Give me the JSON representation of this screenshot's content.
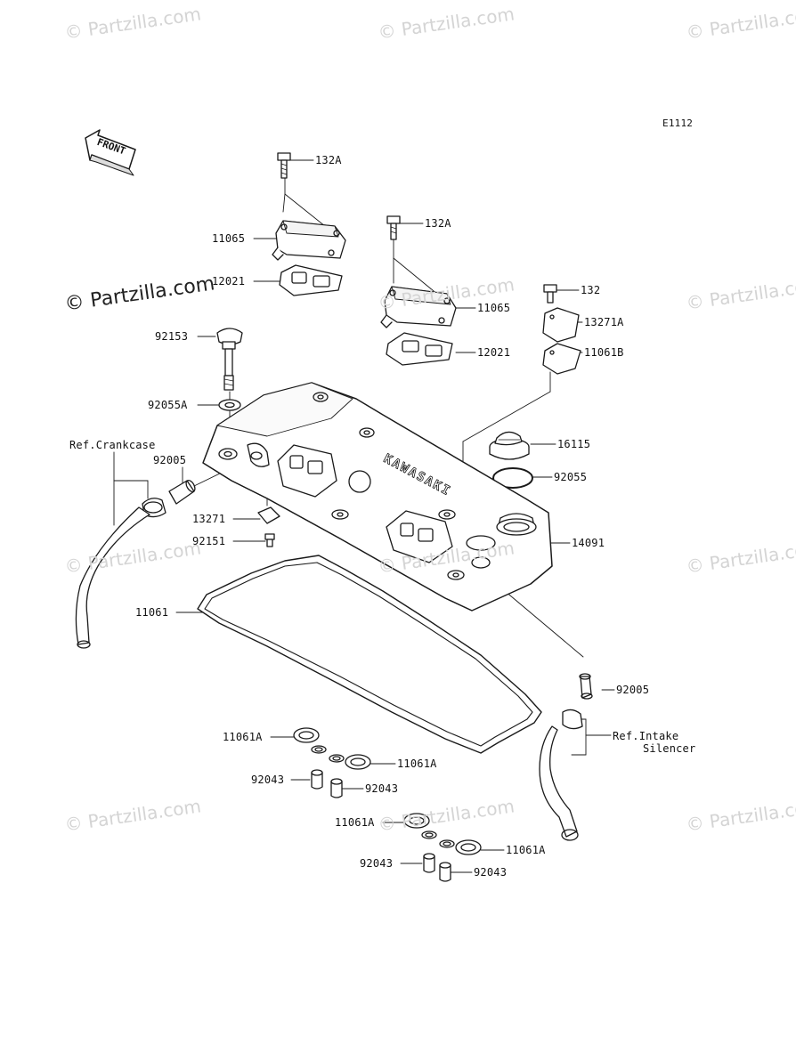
{
  "diagram": {
    "code": "E1112",
    "front_label": "FRONT",
    "engraving": "KAWASAKI",
    "watermark": "© Partzilla.com",
    "refs": {
      "crankcase": "Ref.Crankcase",
      "intake_line1": "Ref.Intake",
      "intake_line2": "Silencer"
    },
    "parts": {
      "bolt_132A_left": "132A",
      "bolt_132A_right": "132A",
      "bolt_132": "132",
      "cover_11065_left": "11065",
      "cover_11065_right": "11065",
      "gasket_12021_left": "12021",
      "gasket_12021_right": "12021",
      "plate_13271A": "13271A",
      "gasket_11061B": "11061B",
      "cap_16115": "16115",
      "oring_92055": "92055",
      "bolt_92153": "92153",
      "washer_92055A": "92055A",
      "fitting_92005_left": "92005",
      "fitting_92005_right": "92005",
      "head_cover_14091": "14091",
      "bracket_13271": "13271",
      "bolt_92151": "92151",
      "gasket_11061": "11061",
      "seal_11061A_1": "11061A",
      "seal_11061A_2": "11061A",
      "seal_11061A_3": "11061A",
      "seal_11061A_4": "11061A",
      "sleeve_92043_1": "92043",
      "sleeve_92043_2": "92043",
      "sleeve_92043_3": "92043",
      "sleeve_92043_4": "92043"
    }
  }
}
